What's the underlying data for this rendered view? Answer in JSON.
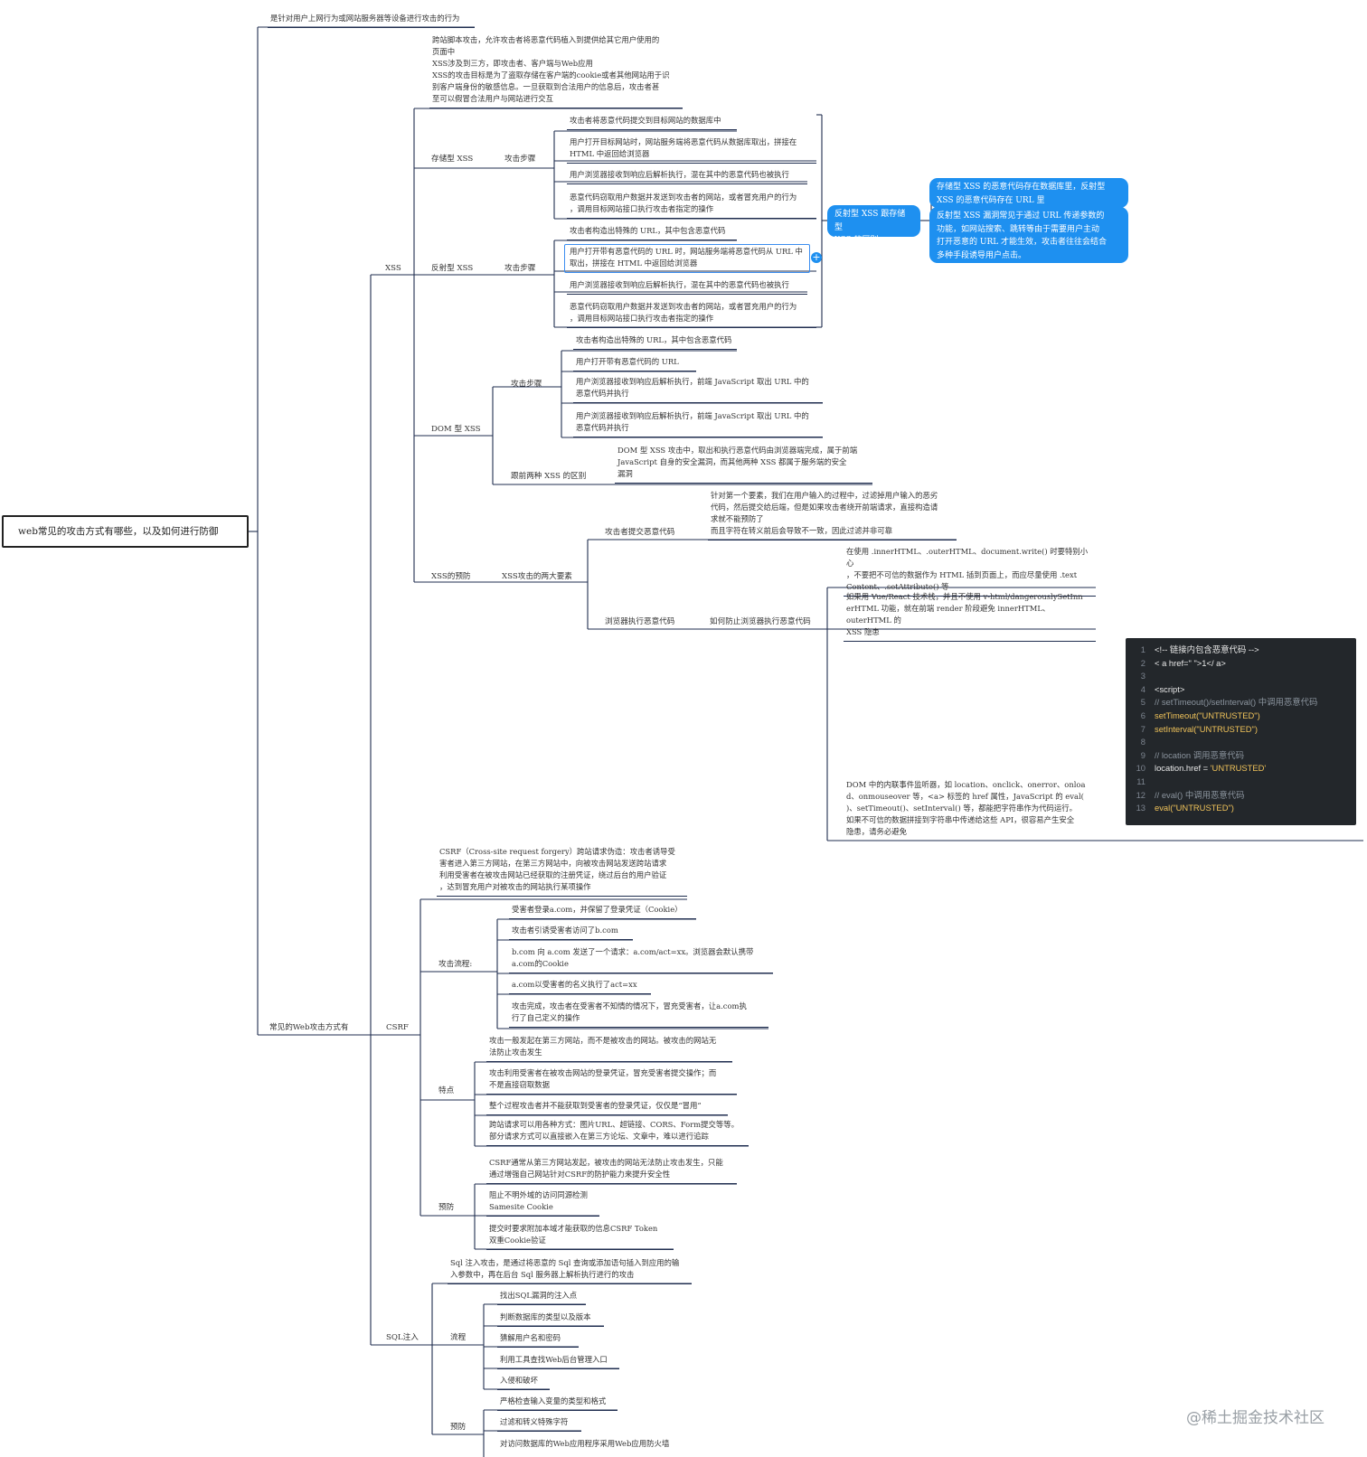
{
  "root": "web常见的攻击方式有哪些，以及如何进行防御",
  "level1": {
    "definition": "是针对用户上网行为或网站服务器等设备进行攻击的行为",
    "attacks": "常见的Web攻击方式有"
  },
  "xss": {
    "label": "XSS",
    "intro": "跨站脚本攻击，允许攻击者将恶意代码植入到提供给其它用户使用的\n页面中\nXSS涉及到三方，即攻击者、客户端与Web应用\nXSS的攻击目标是为了盗取存储在客户端的cookie或者其他网站用于识\n别客户端身份的敏感信息。一旦获取到合法用户的信息后，攻击者甚\n至可以假冒合法用户与网站进行交互",
    "stored": {
      "label": "存储型 XSS",
      "steps_label": "攻击步骤",
      "steps": [
        "攻击者将恶意代码提交到目标网站的数据库中",
        "用户打开目标网站时，网站服务端将恶意代码从数据库取出，拼接在\nHTML 中返回给浏览器",
        "用户浏览器接收到响应后解析执行，混在其中的恶意代码也被执行",
        "恶意代码窃取用户数据并发送到攻击者的网站，或者冒充用户的行为\n，调用目标网站接口执行攻击者指定的操作"
      ]
    },
    "reflected": {
      "label": "反射型 XSS",
      "steps_label": "攻击步骤",
      "steps": [
        "攻击者构造出特殊的 URL，其中包含恶意代码",
        "用户打开带有恶意代码的 URL 时，网站服务端将恶意代码从 URL 中\n取出，拼接在 HTML 中返回给浏览器",
        "用户浏览器接收到响应后解析执行，混在其中的恶意代码也被执行",
        "恶意代码窃取用户数据并发送到攻击者的网站，或者冒充用户的行为\n，调用目标网站接口执行攻击者指定的操作"
      ]
    },
    "diff": {
      "label": "反射型 XSS 跟存储型\nXSS 的区别",
      "a": "存储型 XSS 的恶意代码存在数据库里，反射型\nXSS 的恶意代码存在 URL 里",
      "b": "反射型 XSS 漏洞常见于通过 URL 传递参数的\n功能，如网站搜索、跳转等由于需要用户主动\n打开恶意的 URL 才能生效，攻击者往往会结合\n多种手段诱导用户点击。"
    },
    "dom": {
      "label": "DOM 型 XSS",
      "steps_label": "攻击步骤",
      "steps": [
        "攻击者构造出特殊的 URL，其中包含恶意代码",
        "用户打开带有恶意代码的 URL",
        "用户浏览器接收到响应后解析执行，前端 JavaScript 取出 URL 中的\n恶意代码并执行",
        "用户浏览器接收到响应后解析执行，前端 JavaScript 取出 URL 中的\n恶意代码并执行"
      ],
      "diff_label": "跟前两种 XSS 的区别",
      "diff_text": "DOM 型 XSS 攻击中，取出和执行恶意代码由浏览器端完成，属于前端\nJavaScript 自身的安全漏洞，而其他两种 XSS 都属于服务端的安全\n漏洞"
    },
    "prevent": {
      "label": "XSS的预防",
      "elements_label": "XSS攻击的两大要素",
      "submit_label": "攻击者提交恶意代码",
      "submit_text": "针对第一个要素，我们在用户输入的过程中，过滤掉用户输入的恶劣\n代码，然后提交给后端，但是如果攻击者绕开前端请求，直接构造请\n求就不能预防了\n而且字符在转义前后会导致不一致，因此过滤并非可靠",
      "exec_label": "浏览器执行恶意代码",
      "howto_label": "如何防止浏览器执行恶意代码",
      "howto": [
        "在使用 .innerHTML、.outerHTML、document.write() 时要特别小心\n，不要把不可信的数据作为 HTML 插到页面上，而应尽量使用 .text\nContent、.setAttribute() 等",
        "如果用 Vue/React 技术栈，并且不使用 v-html/dangerouslySetInn\nerHTML 功能，就在前端 render 阶段避免 innerHTML、outerHTML 的\nXSS 隐患",
        "DOM 中的内联事件监听器，如 location、onclick、onerror、onloa\nd、onmouseover 等，<a> 标签的 href 属性，JavaScript 的 eval(\n)、setTimeout()、setInterval() 等，都能把字符串作为代码运行。\n如果不可信的数据拼接到字符串中传递给这些 API，很容易产生安全\n隐患，请务必避免"
      ]
    }
  },
  "code": [
    {
      "n": "1",
      "t": "<!-- 链接内包含恶意代码 -->",
      "c": "plain"
    },
    {
      "n": "2",
      "t": "< a href=\" \">1</ a>",
      "c": "plain"
    },
    {
      "n": "3",
      "t": "",
      "c": "plain"
    },
    {
      "n": "4",
      "t": "<script>",
      "c": "plain"
    },
    {
      "n": "5",
      "t": "// setTimeout()/setInterval() 中调用恶意代码",
      "c": "cm"
    },
    {
      "n": "6",
      "t": "setTimeout(\"UNTRUSTED\")",
      "c": "fn"
    },
    {
      "n": "7",
      "t": "setInterval(\"UNTRUSTED\")",
      "c": "fn"
    },
    {
      "n": "8",
      "t": "",
      "c": "plain"
    },
    {
      "n": "9",
      "t": "// location 调用恶意代码",
      "c": "cm"
    },
    {
      "n": "10",
      "t": "location.href = 'UNTRUSTED'",
      "c": "mix"
    },
    {
      "n": "11",
      "t": "",
      "c": "plain"
    },
    {
      "n": "12",
      "t": "// eval() 中调用恶意代码",
      "c": "cm"
    },
    {
      "n": "13",
      "t": "eval(\"UNTRUSTED\")",
      "c": "fn"
    }
  ],
  "csrf": {
    "label": "CSRF",
    "intro": "CSRF（Cross-site request forgery）跨站请求伪造：攻击者诱导受\n害者进入第三方网站，在第三方网站中，向被攻击网站发送跨站请求\n利用受害者在被攻击网站已经获取的注册凭证，绕过后台的用户验证\n，达到冒充用户对被攻击的网站执行某项操作",
    "flow_label": "攻击流程:",
    "flow": [
      "受害者登录a.com，并保留了登录凭证（Cookie）",
      "攻击者引诱受害者访问了b.com",
      "b.com 向 a.com 发送了一个请求：a.com/act=xx。浏览器会默认携带\na.com的Cookie",
      "a.com以受害者的名义执行了act=xx",
      "攻击完成，攻击者在受害者不知情的情况下，冒充受害者，让a.com执\n行了自己定义的操作"
    ],
    "feature_label": "特点",
    "features": [
      "攻击一般发起在第三方网站，而不是被攻击的网站。被攻击的网站无\n法防止攻击发生",
      "攻击利用受害者在被攻击网站的登录凭证，冒充受害者提交操作；而\n不是直接窃取数据",
      "整个过程攻击者并不能获取到受害者的登录凭证，仅仅是“冒用”",
      "跨站请求可以用各种方式：图片URL、超链接、CORS、Form提交等等。\n部分请求方式可以直接嵌入在第三方论坛、文章中，难以进行追踪"
    ],
    "prevent_label": "预防",
    "prevent_intro": "CSRF通常从第三方网站发起，被攻击的网站无法防止攻击发生，只能\n通过增强自己网站针对CSRF的防护能力来提升安全性",
    "prevent": [
      "阻止不明外域的访问同源检测\nSamesite Cookie",
      "提交时要求附加本域才能获取的信息CSRF Token\n双重Cookie验证"
    ]
  },
  "sql": {
    "label": "SQL注入",
    "intro": "Sql 注入攻击，是通过将恶意的 Sql 查询或添加语句插入到应用的输\n入参数中，再在后台 Sql 服务器上解析执行进行的攻击",
    "flow_label": "流程",
    "flow": [
      "找出SQL漏洞的注入点",
      "判断数据库的类型以及版本",
      "猜解用户名和密码",
      "利用工具查找Web后台管理入口",
      "入侵和破坏"
    ],
    "prevent_label": "预防",
    "prevent": [
      "严格检查输入变量的类型和格式",
      "过滤和转义特殊字符",
      "对访问数据库的Web应用程序采用Web应用防火墙"
    ]
  },
  "watermark": "@稀土掘金技术社区"
}
